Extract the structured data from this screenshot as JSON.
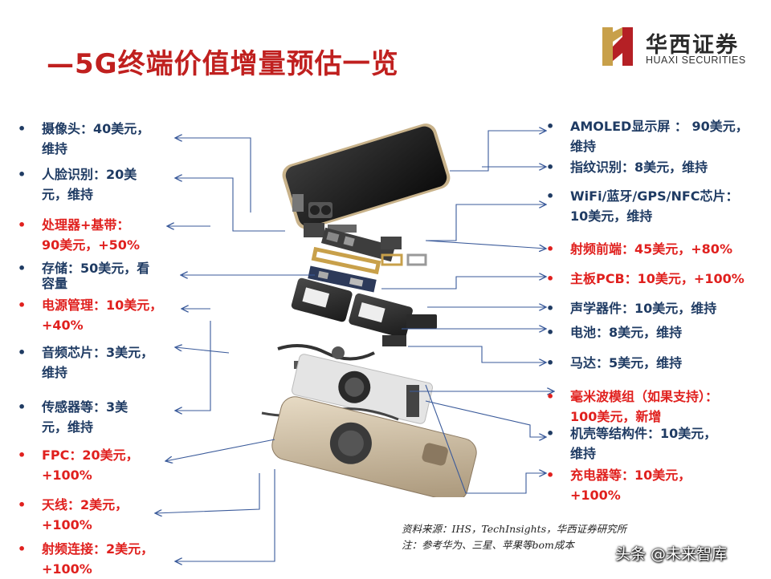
{
  "title": "—5G终端价值增量预估一览",
  "logo": {
    "cn": "华西证券",
    "en": "HUAXI SECURITIES"
  },
  "left_items": [
    {
      "line1": "摄像头：40美元，",
      "line2": "维持",
      "red": false
    },
    {
      "line1": "人脸识别：20美",
      "line2": "元，维持",
      "red": false
    },
    {
      "line1": "处理器+基带：",
      "line2": "90美元，+50%",
      "red": true
    },
    {
      "line1": "存储：50美元，看",
      "line2": "容量",
      "red": false
    },
    {
      "line1": "电源管理：10美元，",
      "line2": "+40%",
      "red": true
    },
    {
      "line1": "音频芯片：3美元，",
      "line2": "维持",
      "red": false
    },
    {
      "line1": "传感器等：3美",
      "line2": "元，维持",
      "red": false
    },
    {
      "line1": "FPC：20美元，",
      "line2": "+100%",
      "red": true
    },
    {
      "line1": "天线：2美元，",
      "line2": "+100%",
      "red": true
    },
    {
      "line1": "射频连接：2美元，",
      "line2": "+100%",
      "red": true
    }
  ],
  "right_items": [
    {
      "line1": "AMOLED显示屏 ： 90美元，",
      "line2": "维持",
      "red": false
    },
    {
      "line1": "指纹识别：8美元，维持",
      "line2": "",
      "red": false
    },
    {
      "line1": "WiFi/蓝牙/GPS/NFC芯片：",
      "line2": "10美元，维持",
      "red": false
    },
    {
      "line1": "射频前端：45美元，+80%",
      "line2": "",
      "red": true
    },
    {
      "line1": "主板PCB：10美元，+100%",
      "line2": "",
      "red": true
    },
    {
      "line1": "声学器件：10美元，维持",
      "line2": "",
      "red": false
    },
    {
      "line1": "电池：8美元，维持",
      "line2": "",
      "red": false
    },
    {
      "line1": "马达：5美元，维持",
      "line2": "",
      "red": false
    },
    {
      "line1": "毫米波模组（如果支持）：",
      "line2": "100美元，新增",
      "red": true
    },
    {
      "line1": "机壳等结构件：10美元，",
      "line2": "维持",
      "red": false
    },
    {
      "line1": "充电器等：10美元，",
      "line2": "+100%",
      "red": true
    }
  ],
  "bullet": "•",
  "source": {
    "line1": "资料来源：IHS，TechInsights，华西证券研究所",
    "line2": "注：参考华为、三星、苹果等bom成本"
  },
  "watermark": "头条 @未来智库",
  "colors": {
    "title": "#c0201f",
    "blue": "#1f3b63",
    "red": "#e0201e",
    "line": "#3a5a9a"
  }
}
